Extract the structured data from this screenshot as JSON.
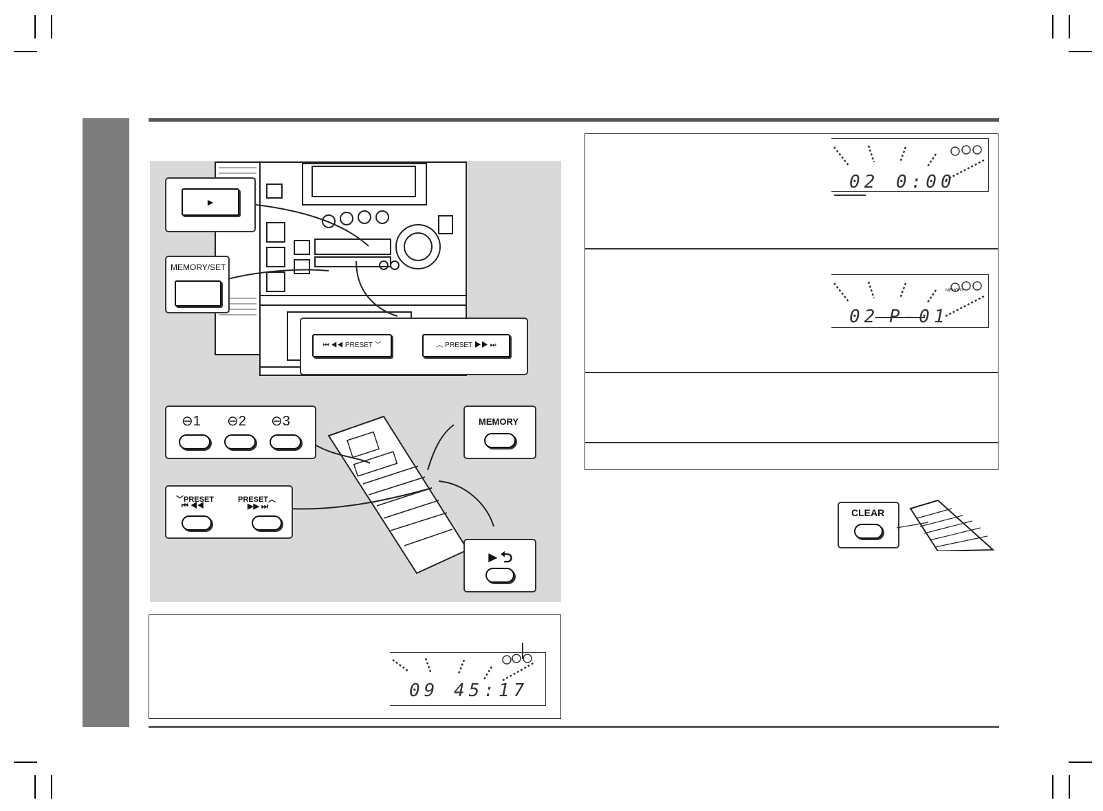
{
  "buttons": {
    "play": "►",
    "memory_set": "MEMORY/SET",
    "preset_down": "⏮ ◀◀ PRESET ﹀",
    "preset_up": "︿ PRESET ▶▶ ⏭",
    "disc1": "⊖1",
    "disc2": "⊖2",
    "disc3": "⊖3",
    "memory": "MEMORY",
    "remote_preset_down_top": "﹀PRESET",
    "remote_preset_down_bottom": "⏮ ◀◀",
    "remote_preset_up_top": "PRESET︿",
    "remote_preset_up_bottom": "▶▶ ⏭",
    "play_repeat": "►⮌",
    "clear": "CLEAR"
  },
  "displays": {
    "clock": "09  45:17",
    "step1_track": "02",
    "step1_time": "0:00",
    "step2_track": "02",
    "step2_prog": "P-01",
    "memory_indicator": "MEMORY"
  },
  "icons": {
    "disc": "disc-icon",
    "play": "play-icon"
  }
}
